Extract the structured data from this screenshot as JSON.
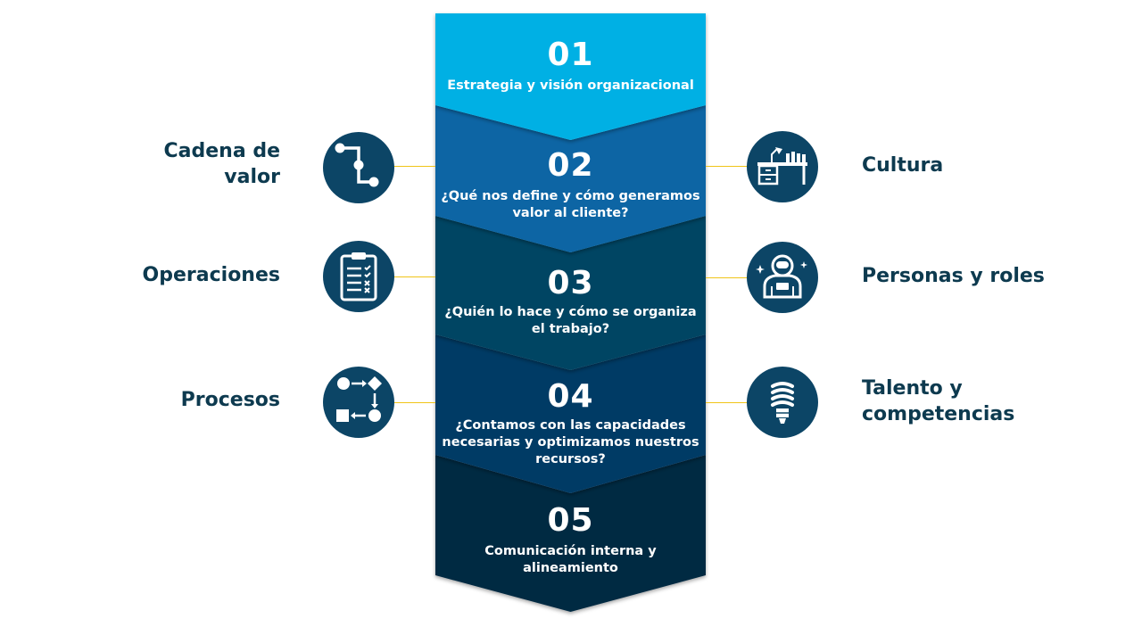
{
  "steps": [
    {
      "number": "01",
      "text": "Estrategia y visión organizacional",
      "color": "#00b0e4"
    },
    {
      "number": "02",
      "text": "¿Qué nos define y cómo generamos valor al cliente?",
      "color": "#0765a4"
    },
    {
      "number": "03",
      "text": "¿Quién lo hace y cómo se organiza el trabajo?",
      "color": "#054563"
    },
    {
      "number": "04",
      "text": "¿Contamos con las capacidades necesarias y optimizamos nuestros recursos?",
      "color": "#043a65"
    },
    {
      "number": "05",
      "text": "Comunicación interna y alineamiento",
      "color": "#062a43"
    }
  ],
  "left_items": [
    {
      "label": "Cadena de valor",
      "icon": "value-chain-icon"
    },
    {
      "label": "Operaciones",
      "icon": "checklist-clipboard-icon"
    },
    {
      "label": "Procesos",
      "icon": "process-flow-icon"
    }
  ],
  "right_items": [
    {
      "label": "Cultura",
      "icon": "desk-workspace-icon"
    },
    {
      "label": "Personas y roles",
      "icon": "astronaut-person-icon"
    },
    {
      "label": "Talento y competencias",
      "icon": "light-bulb-icon"
    }
  ],
  "colors": {
    "icon_circle": "#0c4566",
    "connector": "#f0c419",
    "label_text": "#0d3a4f"
  }
}
